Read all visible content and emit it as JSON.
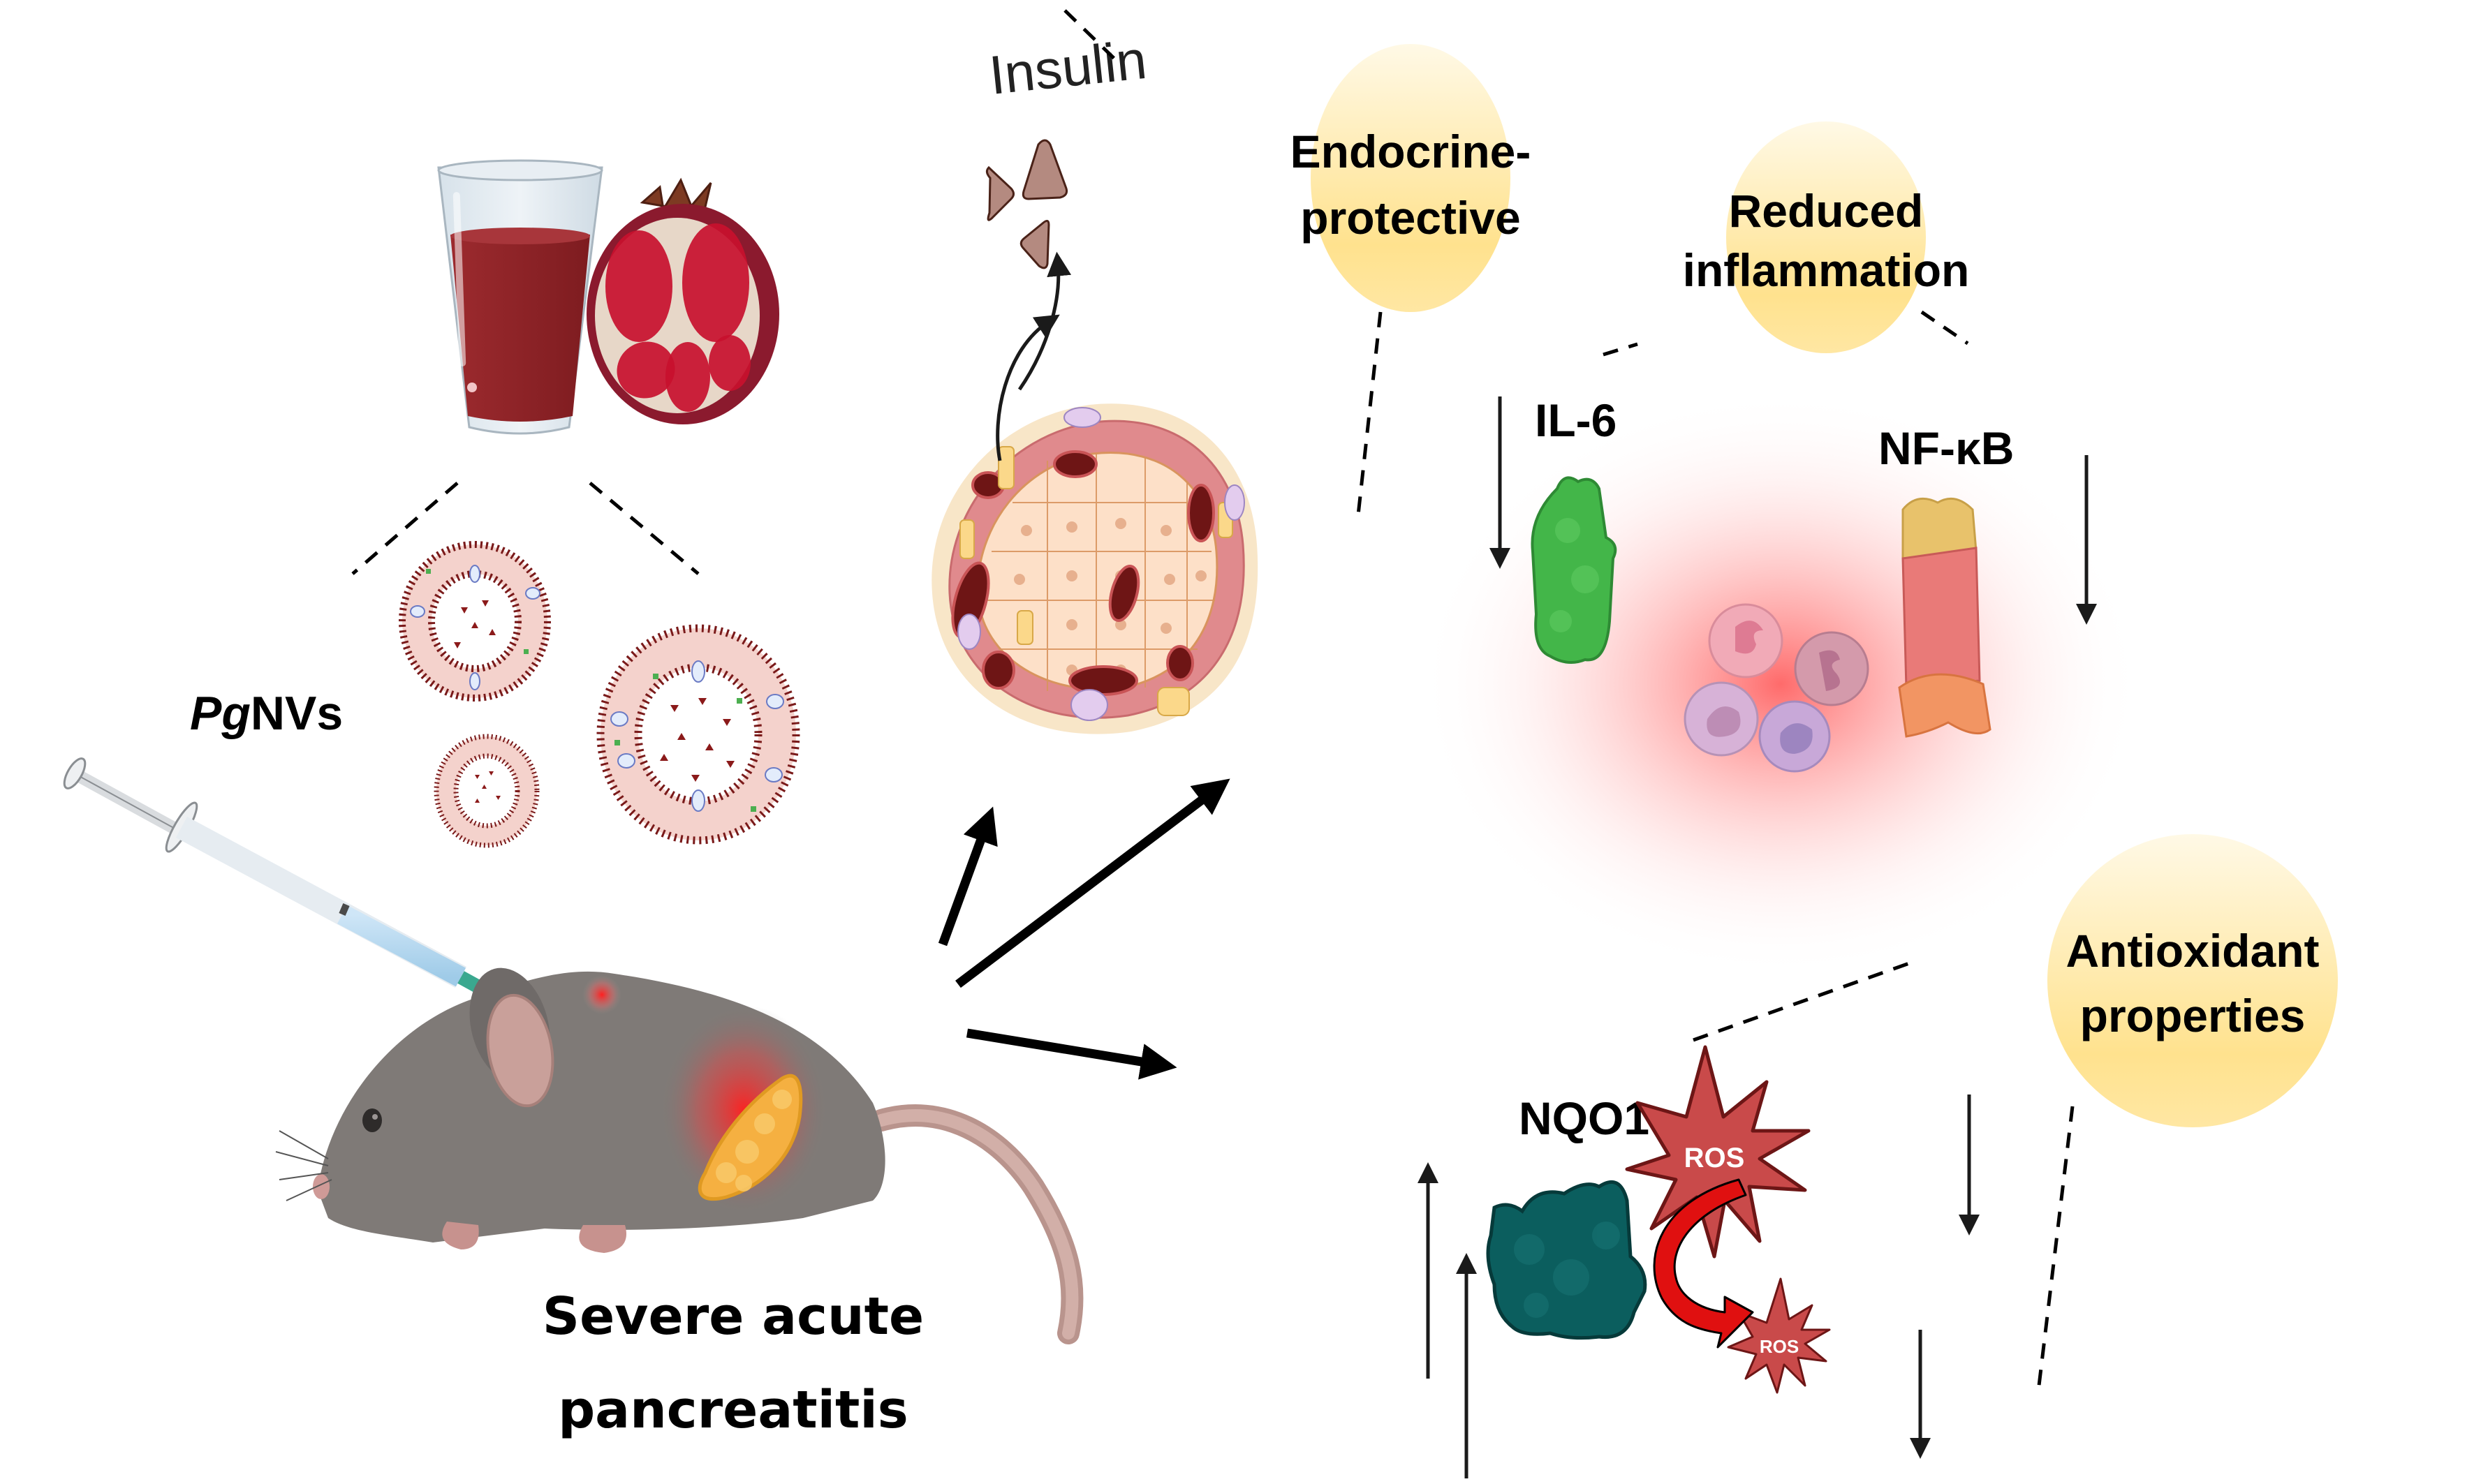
{
  "figure": {
    "type": "graphical-abstract",
    "background": "#ffffff"
  },
  "labels": {
    "source": "PgNVs",
    "source_italic_prefix": "Pg",
    "source_suffix": "NVs",
    "disease_line1": "Severe acute",
    "disease_line2": "pancreatitis",
    "hormone": "Insulin",
    "il6": "IL-6",
    "nfkb": "NF-κB",
    "nqo1": "NQO1",
    "ros_large": "ROS",
    "ros_small": "ROS"
  },
  "effects": [
    {
      "id": "endocrine",
      "line1": "Endocrine-",
      "line2": "protective"
    },
    {
      "id": "inflammation",
      "line1": "Reduced",
      "line2": "inflammation"
    },
    {
      "id": "antioxidant",
      "line1": "Antioxidant",
      "line2": "properties"
    }
  ],
  "regulation": {
    "il6": "down",
    "nfkb": "down",
    "nqo1": "up",
    "ros": "down"
  },
  "colors": {
    "bubble_top": "#fff8e1",
    "bubble_bottom": "#ffe08a",
    "juice": "#8e2227",
    "pomegranate_skin": "#8b1a2e",
    "aril": "#c8102e",
    "vesicle_head": "#7a1a1a",
    "vesicle_tail": "#f4d2cc",
    "mouse_body": "#7f7a77",
    "mouse_skin": "#c9a09a",
    "pancreas": "#f5b041",
    "inflammation_glow": "#ff4040",
    "il6_protein": "#43b649",
    "nfkb_top": "#e8c26b",
    "nfkb_mid": "#e97a78",
    "nfkb_bottom": "#f29563",
    "nqo1_protein": "#0b5e5e",
    "ros_fill": "#c94a4a",
    "ros_stroke": "#6d1616",
    "red_arrow": "#e01010",
    "insulin_granule": "#b48a80",
    "islet_capsule": "#f8e6c8",
    "islet_alpha": "#e08a8d",
    "islet_beta": "#fde0c8",
    "islet_delta": "#fbd88a",
    "islet_pp": "#e3ccee",
    "islet_vessel": "#6e1515"
  }
}
